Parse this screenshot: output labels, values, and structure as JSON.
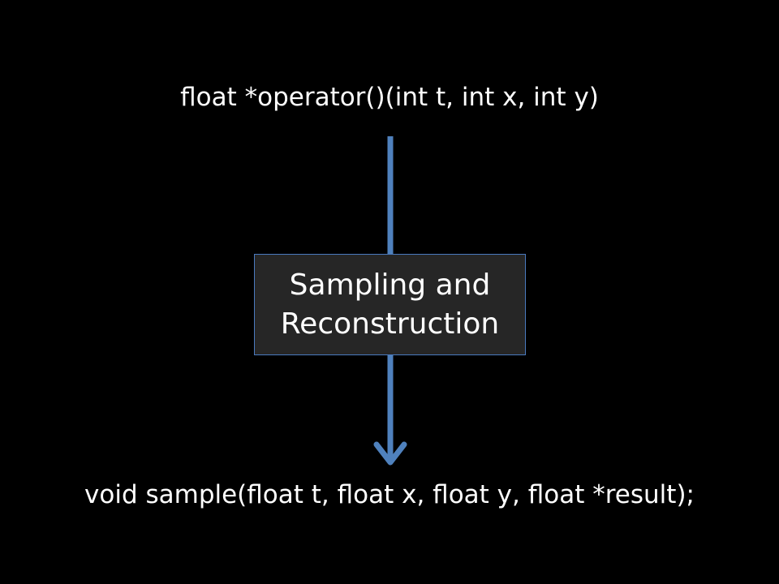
{
  "slide": {
    "top_signature": "float *operator()(int t, int x, int y)",
    "process_box": {
      "line1": "Sampling and",
      "line2": "Reconstruction"
    },
    "bottom_signature": "void sample(float t, float x, float y, float *result);"
  },
  "colors": {
    "background": "#000000",
    "text": "#ffffff",
    "arrow": "#4f81bd",
    "box_fill": "#262626",
    "box_border": "#4a7abf"
  },
  "icons": {
    "flow_arrow": "down-arrow-icon"
  }
}
